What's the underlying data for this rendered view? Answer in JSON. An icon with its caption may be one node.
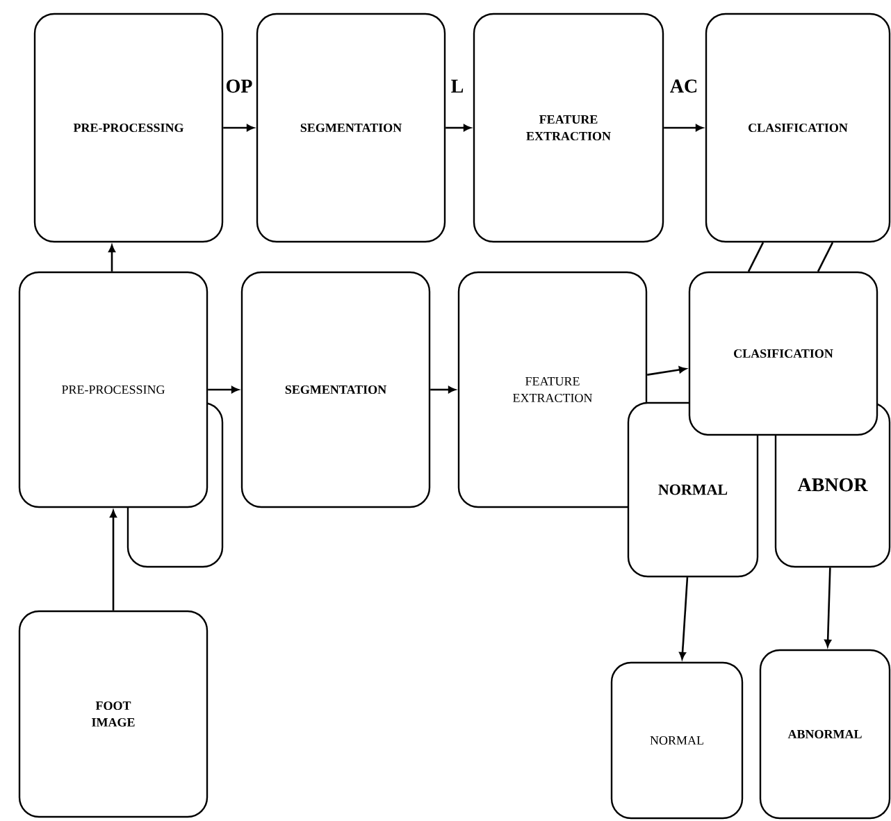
{
  "diagram": {
    "nodes": [
      {
        "text": [
          "PRE-PROCESSING"
        ]
      },
      {
        "text": [
          "SEGMENTATION"
        ]
      },
      {
        "text": [
          "FEATURE EXTRACTION"
        ]
      },
      {
        "text": [
          "CLASIFICATION"
        ]
      },
      {
        "text": [],
        "shape": "box"
      },
      {
        "text": [
          "PRE-PROCESSING"
        ]
      },
      {
        "text": [
          "SEGMENTATION"
        ]
      },
      {
        "text": [
          "FEATURE EXTRACTION"
        ]
      },
      {
        "text": [
          "NORMAL"
        ]
      },
      {
        "text": [
          "ABNOR"
        ]
      },
      {
        "text": [
          "CLASIFICATION"
        ]
      },
      {
        "text": [
          "FOOT IMAGE"
        ]
      },
      {
        "text": [
          "NORMAL"
        ]
      },
      {
        "text": [
          "ABNORMAL"
        ]
      }
    ],
    "edges": [
      {
        "from": 0,
        "to": 1,
        "arrow": "to"
      },
      {
        "from": 1,
        "to": 2,
        "arrow": "to"
      },
      {
        "from": 2,
        "to": 3,
        "arrow": "to"
      },
      {
        "from": 5,
        "to": 0,
        "arrow": "to"
      },
      {
        "from": 5,
        "to": 6,
        "arrow": "to"
      },
      {
        "from": 6,
        "to": 7,
        "arrow": "to"
      },
      {
        "from": 7,
        "to": 10,
        "arrow": "to"
      },
      {
        "from": 11,
        "to": 5,
        "arrow": "to"
      },
      {
        "from": 8,
        "to": 12,
        "arrow": "to"
      },
      {
        "from": 9,
        "to": 13,
        "arrow": "to"
      },
      {
        "from": 3,
        "to": 10,
        "arrow": "none"
      },
      {
        "from": 3,
        "to": 10,
        "arrow": "none"
      }
    ],
    "labels": [
      "OP",
      "L",
      "AC"
    ]
  }
}
